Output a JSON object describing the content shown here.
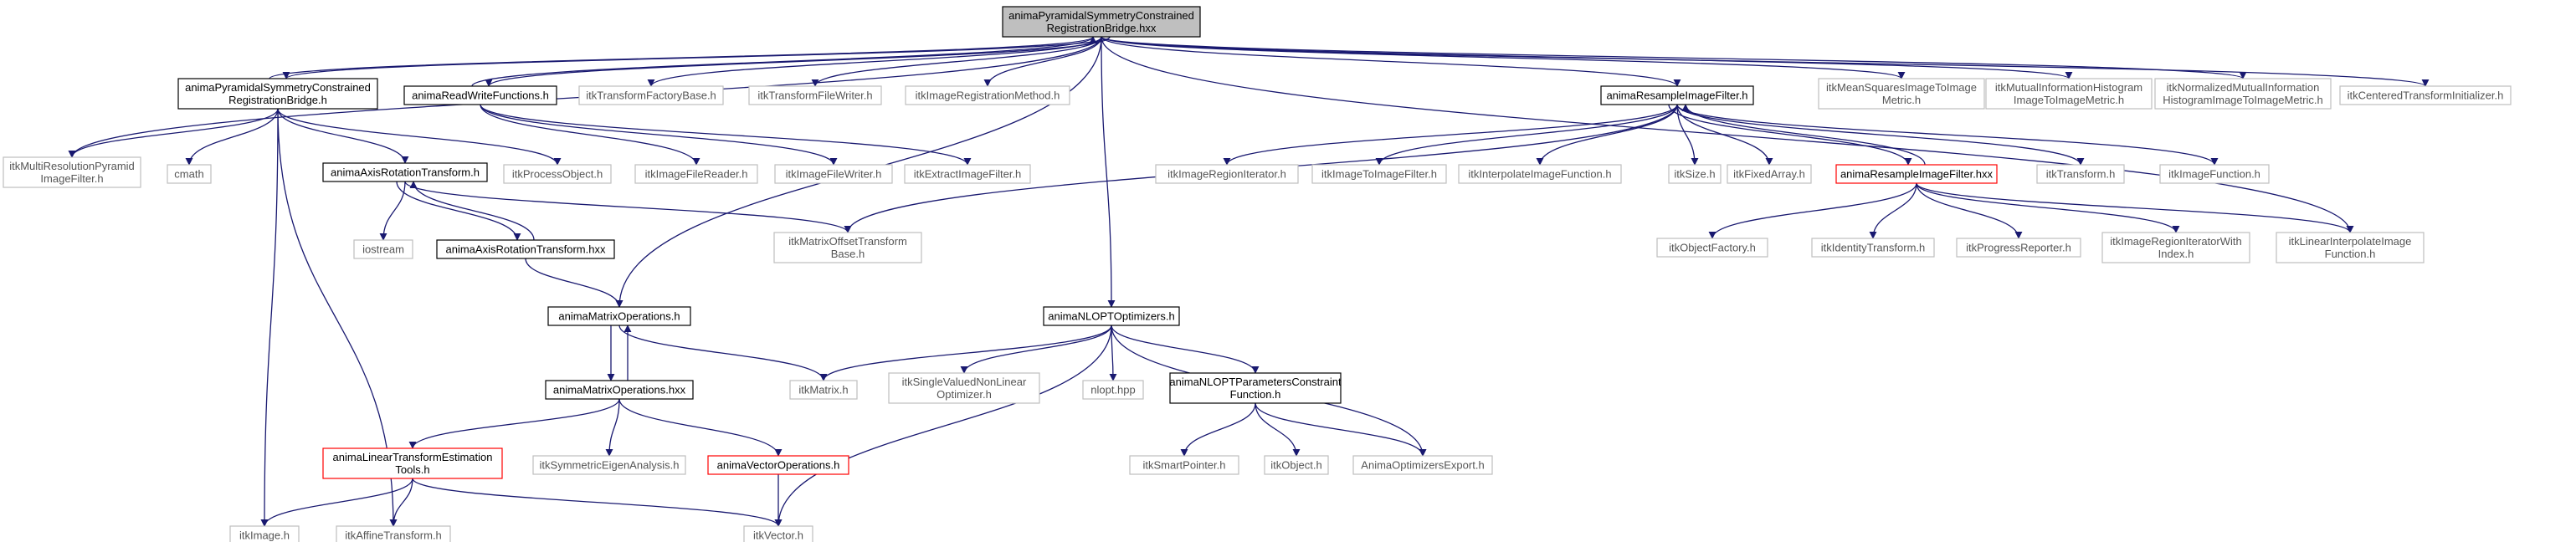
{
  "colors": {
    "edge": "#191970",
    "root_fill": "#bfbfbf",
    "documented_border": "#000000",
    "undocumented_border": "#bfbfbf",
    "truncated_border": "#ff0000"
  },
  "nodes": [
    {
      "id": "root",
      "kind": "root",
      "lines": [
        "animaPyramidalSymmetryConstrained",
        "RegistrationBridge.hxx"
      ]
    },
    {
      "id": "bridge_h",
      "kind": "documented",
      "lines": [
        "animaPyramidalSymmetryConstrained",
        "RegistrationBridge.h"
      ]
    },
    {
      "id": "readwrite",
      "kind": "documented",
      "lines": [
        "animaReadWriteFunctions.h"
      ]
    },
    {
      "id": "tfactory",
      "kind": "undocumented",
      "lines": [
        "itkTransformFactoryBase.h"
      ]
    },
    {
      "id": "tfilewriter",
      "kind": "undocumented",
      "lines": [
        "itkTransformFileWriter.h"
      ]
    },
    {
      "id": "imgregmethod",
      "kind": "undocumented",
      "lines": [
        "itkImageRegistrationMethod.h"
      ]
    },
    {
      "id": "resample_h",
      "kind": "documented",
      "lines": [
        "animaResampleImageFilter.h"
      ]
    },
    {
      "id": "meansquares",
      "kind": "undocumented",
      "lines": [
        "itkMeanSquaresImageToImage",
        "Metric.h"
      ]
    },
    {
      "id": "mutualinfo",
      "kind": "undocumented",
      "lines": [
        "itkMutualInformationHistogram",
        "ImageToImageMetric.h"
      ]
    },
    {
      "id": "normmutual",
      "kind": "undocumented",
      "lines": [
        "itkNormalizedMutualInformation",
        "HistogramImageToImageMetric.h"
      ]
    },
    {
      "id": "centered",
      "kind": "undocumented",
      "lines": [
        "itkCenteredTransformInitializer.h"
      ]
    },
    {
      "id": "multires",
      "kind": "undocumented",
      "lines": [
        "itkMultiResolutionPyramid",
        "ImageFilter.h"
      ]
    },
    {
      "id": "cmath",
      "kind": "undocumented",
      "lines": [
        "cmath"
      ]
    },
    {
      "id": "axisrot_h",
      "kind": "documented",
      "lines": [
        "animaAxisRotationTransform.h"
      ]
    },
    {
      "id": "processobj",
      "kind": "undocumented",
      "lines": [
        "itkProcessObject.h"
      ]
    },
    {
      "id": "imgfilereader",
      "kind": "undocumented",
      "lines": [
        "itkImageFileReader.h"
      ]
    },
    {
      "id": "imgfilewriter",
      "kind": "undocumented",
      "lines": [
        "itkImageFileWriter.h"
      ]
    },
    {
      "id": "extractfilter",
      "kind": "undocumented",
      "lines": [
        "itkExtractImageFilter.h"
      ]
    },
    {
      "id": "regioniter",
      "kind": "undocumented",
      "lines": [
        "itkImageRegionIterator.h"
      ]
    },
    {
      "id": "imgtoimg",
      "kind": "undocumented",
      "lines": [
        "itkImageToImageFilter.h"
      ]
    },
    {
      "id": "interpfunc",
      "kind": "undocumented",
      "lines": [
        "itkInterpolateImageFunction.h"
      ]
    },
    {
      "id": "itksize",
      "kind": "undocumented",
      "lines": [
        "itkSize.h"
      ]
    },
    {
      "id": "fixedarray",
      "kind": "undocumented",
      "lines": [
        "itkFixedArray.h"
      ]
    },
    {
      "id": "resample_hxx",
      "kind": "truncated",
      "lines": [
        "animaResampleImageFilter.hxx"
      ]
    },
    {
      "id": "itktransform",
      "kind": "undocumented",
      "lines": [
        "itkTransform.h"
      ]
    },
    {
      "id": "imgfunction",
      "kind": "undocumented",
      "lines": [
        "itkImageFunction.h"
      ]
    },
    {
      "id": "iostream",
      "kind": "undocumented",
      "lines": [
        "iostream"
      ]
    },
    {
      "id": "axisrot_hxx",
      "kind": "documented",
      "lines": [
        "animaAxisRotationTransform.hxx"
      ]
    },
    {
      "id": "matrixoffset",
      "kind": "undocumented",
      "lines": [
        "itkMatrixOffsetTransform",
        "Base.h"
      ]
    },
    {
      "id": "objfactory",
      "kind": "undocumented",
      "lines": [
        "itkObjectFactory.h"
      ]
    },
    {
      "id": "identity",
      "kind": "undocumented",
      "lines": [
        "itkIdentityTransform.h"
      ]
    },
    {
      "id": "progress",
      "kind": "undocumented",
      "lines": [
        "itkProgressReporter.h"
      ]
    },
    {
      "id": "regionwithindex",
      "kind": "undocumented",
      "lines": [
        "itkImageRegionIteratorWith",
        "Index.h"
      ]
    },
    {
      "id": "linearinterp",
      "kind": "undocumented",
      "lines": [
        "itkLinearInterpolateImage",
        "Function.h"
      ]
    },
    {
      "id": "matrixops_h",
      "kind": "documented",
      "lines": [
        "animaMatrixOperations.h"
      ]
    },
    {
      "id": "nlopt_h",
      "kind": "documented",
      "lines": [
        "animaNLOPTOptimizers.h"
      ]
    },
    {
      "id": "matrixops_hxx",
      "kind": "documented",
      "lines": [
        "animaMatrixOperations.hxx"
      ]
    },
    {
      "id": "itkmatrix",
      "kind": "undocumented",
      "lines": [
        "itkMatrix.h"
      ]
    },
    {
      "id": "singlevalued",
      "kind": "undocumented",
      "lines": [
        "itkSingleValuedNonLinear",
        "Optimizer.h"
      ]
    },
    {
      "id": "nlopthpp",
      "kind": "undocumented",
      "lines": [
        "nlopt.hpp"
      ]
    },
    {
      "id": "nloptparams",
      "kind": "documented",
      "lines": [
        "animaNLOPTParametersConstraint",
        "Function.h"
      ]
    },
    {
      "id": "lintransest",
      "kind": "truncated",
      "lines": [
        "animaLinearTransformEstimation",
        "Tools.h"
      ]
    },
    {
      "id": "symeigen",
      "kind": "undocumented",
      "lines": [
        "itkSymmetricEigenAnalysis.h"
      ]
    },
    {
      "id": "vectorops",
      "kind": "truncated",
      "lines": [
        "animaVectorOperations.h"
      ]
    },
    {
      "id": "smartptr",
      "kind": "undocumented",
      "lines": [
        "itkSmartPointer.h"
      ]
    },
    {
      "id": "itkobject",
      "kind": "undocumented",
      "lines": [
        "itkObject.h"
      ]
    },
    {
      "id": "optexport",
      "kind": "undocumented",
      "lines": [
        "AnimaOptimizersExport.h"
      ]
    },
    {
      "id": "itkimage",
      "kind": "undocumented",
      "lines": [
        "itkImage.h"
      ]
    },
    {
      "id": "affine",
      "kind": "undocumented",
      "lines": [
        "itkAffineTransform.h"
      ]
    },
    {
      "id": "itkvector",
      "kind": "undocumented",
      "lines": [
        "itkVector.h"
      ]
    }
  ],
  "edges": [
    [
      "root",
      "bridge_h"
    ],
    [
      "bridge_h",
      "root"
    ],
    [
      "root",
      "readwrite"
    ],
    [
      "readwrite",
      "root"
    ],
    [
      "root",
      "tfactory"
    ],
    [
      "root",
      "tfilewriter"
    ],
    [
      "root",
      "imgregmethod"
    ],
    [
      "root",
      "resample_h"
    ],
    [
      "root",
      "meansquares"
    ],
    [
      "root",
      "mutualinfo"
    ],
    [
      "root",
      "normmutual"
    ],
    [
      "root",
      "centered"
    ],
    [
      "root",
      "multires"
    ],
    [
      "root",
      "matrixops_h"
    ],
    [
      "root",
      "nlopt_h"
    ],
    [
      "root",
      "linearinterp"
    ],
    [
      "bridge_h",
      "multires"
    ],
    [
      "bridge_h",
      "cmath"
    ],
    [
      "bridge_h",
      "axisrot_h"
    ],
    [
      "bridge_h",
      "processobj"
    ],
    [
      "bridge_h",
      "itkimage"
    ],
    [
      "bridge_h",
      "affine"
    ],
    [
      "readwrite",
      "imgfilereader"
    ],
    [
      "readwrite",
      "imgfilewriter"
    ],
    [
      "readwrite",
      "extractfilter"
    ],
    [
      "axisrot_h",
      "iostream"
    ],
    [
      "axisrot_h",
      "axisrot_hxx"
    ],
    [
      "axisrot_hxx",
      "axisrot_h"
    ],
    [
      "axisrot_h",
      "matrixoffset"
    ],
    [
      "axisrot_hxx",
      "matrixops_h"
    ],
    [
      "resample_h",
      "regioniter"
    ],
    [
      "resample_h",
      "imgtoimg"
    ],
    [
      "resample_h",
      "interpfunc"
    ],
    [
      "resample_h",
      "itksize"
    ],
    [
      "resample_h",
      "fixedarray"
    ],
    [
      "resample_h",
      "resample_hxx"
    ],
    [
      "resample_hxx",
      "resample_h"
    ],
    [
      "resample_h",
      "itktransform"
    ],
    [
      "resample_h",
      "imgfunction"
    ],
    [
      "resample_h",
      "matrixoffset"
    ],
    [
      "resample_hxx",
      "objfactory"
    ],
    [
      "resample_hxx",
      "identity"
    ],
    [
      "resample_hxx",
      "progress"
    ],
    [
      "resample_hxx",
      "regionwithindex"
    ],
    [
      "resample_hxx",
      "linearinterp"
    ],
    [
      "matrixops_h",
      "matrixops_hxx"
    ],
    [
      "matrixops_hxx",
      "matrixops_h"
    ],
    [
      "matrixops_h",
      "itkmatrix"
    ],
    [
      "matrixops_hxx",
      "lintransest"
    ],
    [
      "matrixops_hxx",
      "symeigen"
    ],
    [
      "matrixops_hxx",
      "vectorops"
    ],
    [
      "nlopt_h",
      "itkmatrix"
    ],
    [
      "nlopt_h",
      "singlevalued"
    ],
    [
      "nlopt_h",
      "nlopthpp"
    ],
    [
      "nlopt_h",
      "nloptparams"
    ],
    [
      "nlopt_h",
      "optexport"
    ],
    [
      "nlopt_h",
      "itkvector"
    ],
    [
      "nloptparams",
      "smartptr"
    ],
    [
      "nloptparams",
      "itkobject"
    ],
    [
      "nloptparams",
      "optexport"
    ],
    [
      "lintransest",
      "itkimage"
    ],
    [
      "lintransest",
      "affine"
    ],
    [
      "lintransest",
      "itkvector"
    ],
    [
      "vectorops",
      "itkvector"
    ]
  ]
}
